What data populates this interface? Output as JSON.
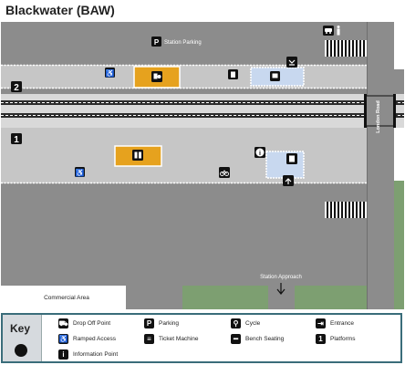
{
  "title": "Blackwater (BAW)",
  "map": {
    "station_parking_label": "Station Parking",
    "platform_2_number": "2",
    "platform_1_number": "1",
    "road_label": "London Road",
    "commercial_area_label": "Commercial Area",
    "station_approach_label": "Station Approach"
  },
  "key": {
    "title": "Key",
    "items": [
      {
        "icon": "drop-off-icon",
        "glyph": "⛟",
        "label": "Drop Off Point"
      },
      {
        "icon": "parking-icon",
        "glyph": "P",
        "label": "Parking"
      },
      {
        "icon": "cycle-icon",
        "glyph": "⚲",
        "label": "Cycle"
      },
      {
        "icon": "entrance-icon",
        "glyph": "⇥",
        "label": "Entrance"
      },
      {
        "icon": "ramped-access-icon",
        "glyph": "♿",
        "label": "Ramped Access"
      },
      {
        "icon": "ticket-machine-icon",
        "glyph": "≡",
        "label": "Ticket Machine"
      },
      {
        "icon": "bench-seating-icon",
        "glyph": "━",
        "label": "Bench Seating"
      },
      {
        "icon": "platforms-icon",
        "glyph": "1",
        "label": "Platforms"
      },
      {
        "icon": "information-icon",
        "glyph": "i",
        "label": "Information Point"
      }
    ]
  },
  "colors": {
    "ground": "#8c8c8c",
    "platform": "#c6c6c6",
    "road": "#8c8c8c",
    "grass": "#7d9f71",
    "track_bed": "#2b2b2b",
    "building": "#e6a21e",
    "waiting_shelter": "#c8d8ef",
    "key_border": "#3a6d7a"
  }
}
